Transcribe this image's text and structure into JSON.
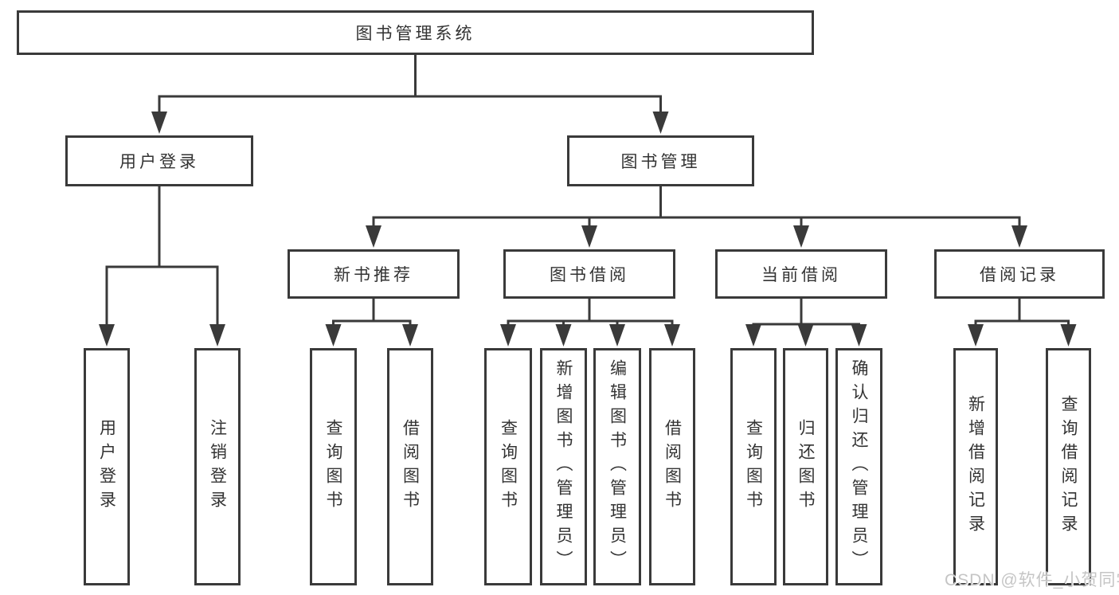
{
  "diagram": {
    "nodes": [
      {
        "id": "system-root",
        "label": "图书管理系统"
      },
      {
        "id": "user-login-module",
        "label": "用户登录"
      },
      {
        "id": "book-management-module",
        "label": "图书管理"
      },
      {
        "id": "new-book-recommend",
        "label": "新书推荐"
      },
      {
        "id": "book-borrowing",
        "label": "图书借阅"
      },
      {
        "id": "current-borrowing",
        "label": "当前借阅"
      },
      {
        "id": "borrowing-records",
        "label": "借阅记录"
      },
      {
        "id": "leaf-user-login",
        "label": "用户登录"
      },
      {
        "id": "leaf-logout",
        "label": "注销登录"
      },
      {
        "id": "leaf-query-books-1",
        "label": "查询图书"
      },
      {
        "id": "leaf-borrow-books-1",
        "label": "借阅图书"
      },
      {
        "id": "leaf-query-books-2",
        "label": "查询图书"
      },
      {
        "id": "leaf-add-books",
        "label": "新增图书（管理员）"
      },
      {
        "id": "leaf-edit-books",
        "label": "编辑图书（管理员）"
      },
      {
        "id": "leaf-borrow-books-2",
        "label": "借阅图书"
      },
      {
        "id": "leaf-query-books-3",
        "label": "查询图书"
      },
      {
        "id": "leaf-return-books",
        "label": "归还图书"
      },
      {
        "id": "leaf-confirm-return",
        "label": "确认归还（管理员）"
      },
      {
        "id": "leaf-add-borrow-record",
        "label": "新增借阅记录"
      },
      {
        "id": "leaf-query-borrow-record",
        "label": "查询借阅记录"
      }
    ],
    "edges": [
      {
        "parent": "system-root",
        "children": [
          "user-login-module",
          "book-management-module"
        ]
      },
      {
        "parent": "user-login-module",
        "children": [
          "leaf-user-login",
          "leaf-logout"
        ]
      },
      {
        "parent": "book-management-module",
        "children": [
          "new-book-recommend",
          "book-borrowing",
          "current-borrowing",
          "borrowing-records"
        ]
      },
      {
        "parent": "new-book-recommend",
        "children": [
          "leaf-query-books-1",
          "leaf-borrow-books-1"
        ]
      },
      {
        "parent": "book-borrowing",
        "children": [
          "leaf-query-books-2",
          "leaf-add-books",
          "leaf-edit-books",
          "leaf-borrow-books-2"
        ]
      },
      {
        "parent": "current-borrowing",
        "children": [
          "leaf-query-books-3",
          "leaf-return-books",
          "leaf-confirm-return"
        ]
      },
      {
        "parent": "borrowing-records",
        "children": [
          "leaf-add-borrow-record",
          "leaf-query-borrow-record"
        ]
      }
    ]
  },
  "watermark": {
    "text": "CSDN @软件_小贺同学"
  },
  "colors": {
    "line": "#3a3a3a",
    "border": "#3a3a3a",
    "text": "#333333",
    "watermark": "#c5c5c5",
    "background": "#ffffff"
  }
}
